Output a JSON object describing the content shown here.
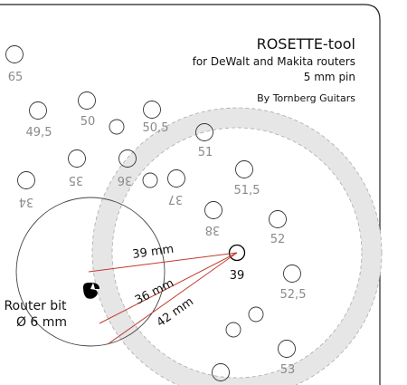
{
  "header": {
    "title": "ROSETTE-tool",
    "line1": "for DeWalt and Makita routers",
    "line2": "5 mm pin",
    "credit": "By Tornberg Guitars"
  },
  "holes": [
    {
      "label": "65",
      "upside_down": false
    },
    {
      "label": "49,5",
      "upside_down": false
    },
    {
      "label": "50",
      "upside_down": false
    },
    {
      "label": "50,5",
      "upside_down": false
    },
    {
      "label": "51",
      "upside_down": false
    },
    {
      "label": "35",
      "upside_down": true
    },
    {
      "label": "36",
      "upside_down": true
    },
    {
      "label": "34",
      "upside_down": true
    },
    {
      "label": "37",
      "upside_down": true
    },
    {
      "label": "51,5",
      "upside_down": false
    },
    {
      "label": "38",
      "upside_down": true
    },
    {
      "label": "52",
      "upside_down": false
    },
    {
      "label": "39",
      "upside_down": false
    },
    {
      "label": "52,5",
      "upside_down": false
    },
    {
      "label": "53",
      "upside_down": false
    }
  ],
  "measurements": [
    {
      "label": "39 mm"
    },
    {
      "label": "36 mm"
    },
    {
      "label": "42 mm"
    }
  ],
  "router_bit": {
    "label": "Router bit",
    "diameter": "Ø 6 mm"
  },
  "colors": {
    "outline": "#222222",
    "hole_label": "#8a8a8a",
    "band": "#e6e6e6",
    "measure_line": "#c0392b",
    "bit": "#000000"
  }
}
